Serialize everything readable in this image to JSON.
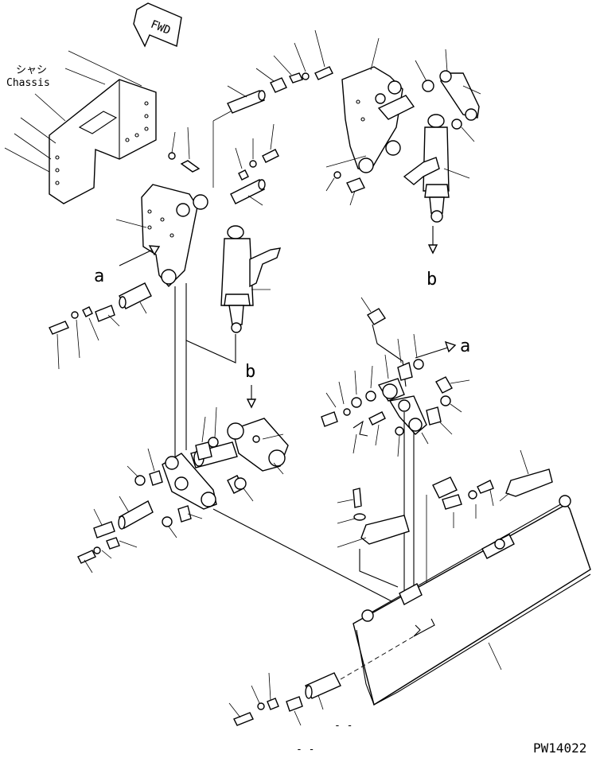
{
  "labels": {
    "fwd": "FWD",
    "chassis_jp": "シャシ",
    "chassis_en": "Chassis",
    "view_a_left": "a",
    "view_b_left": "b",
    "view_a_right": "a",
    "view_b_right": "b",
    "figure_code": "PW14022",
    "blank_mark_1": "- -",
    "blank_mark_2": "- -"
  }
}
